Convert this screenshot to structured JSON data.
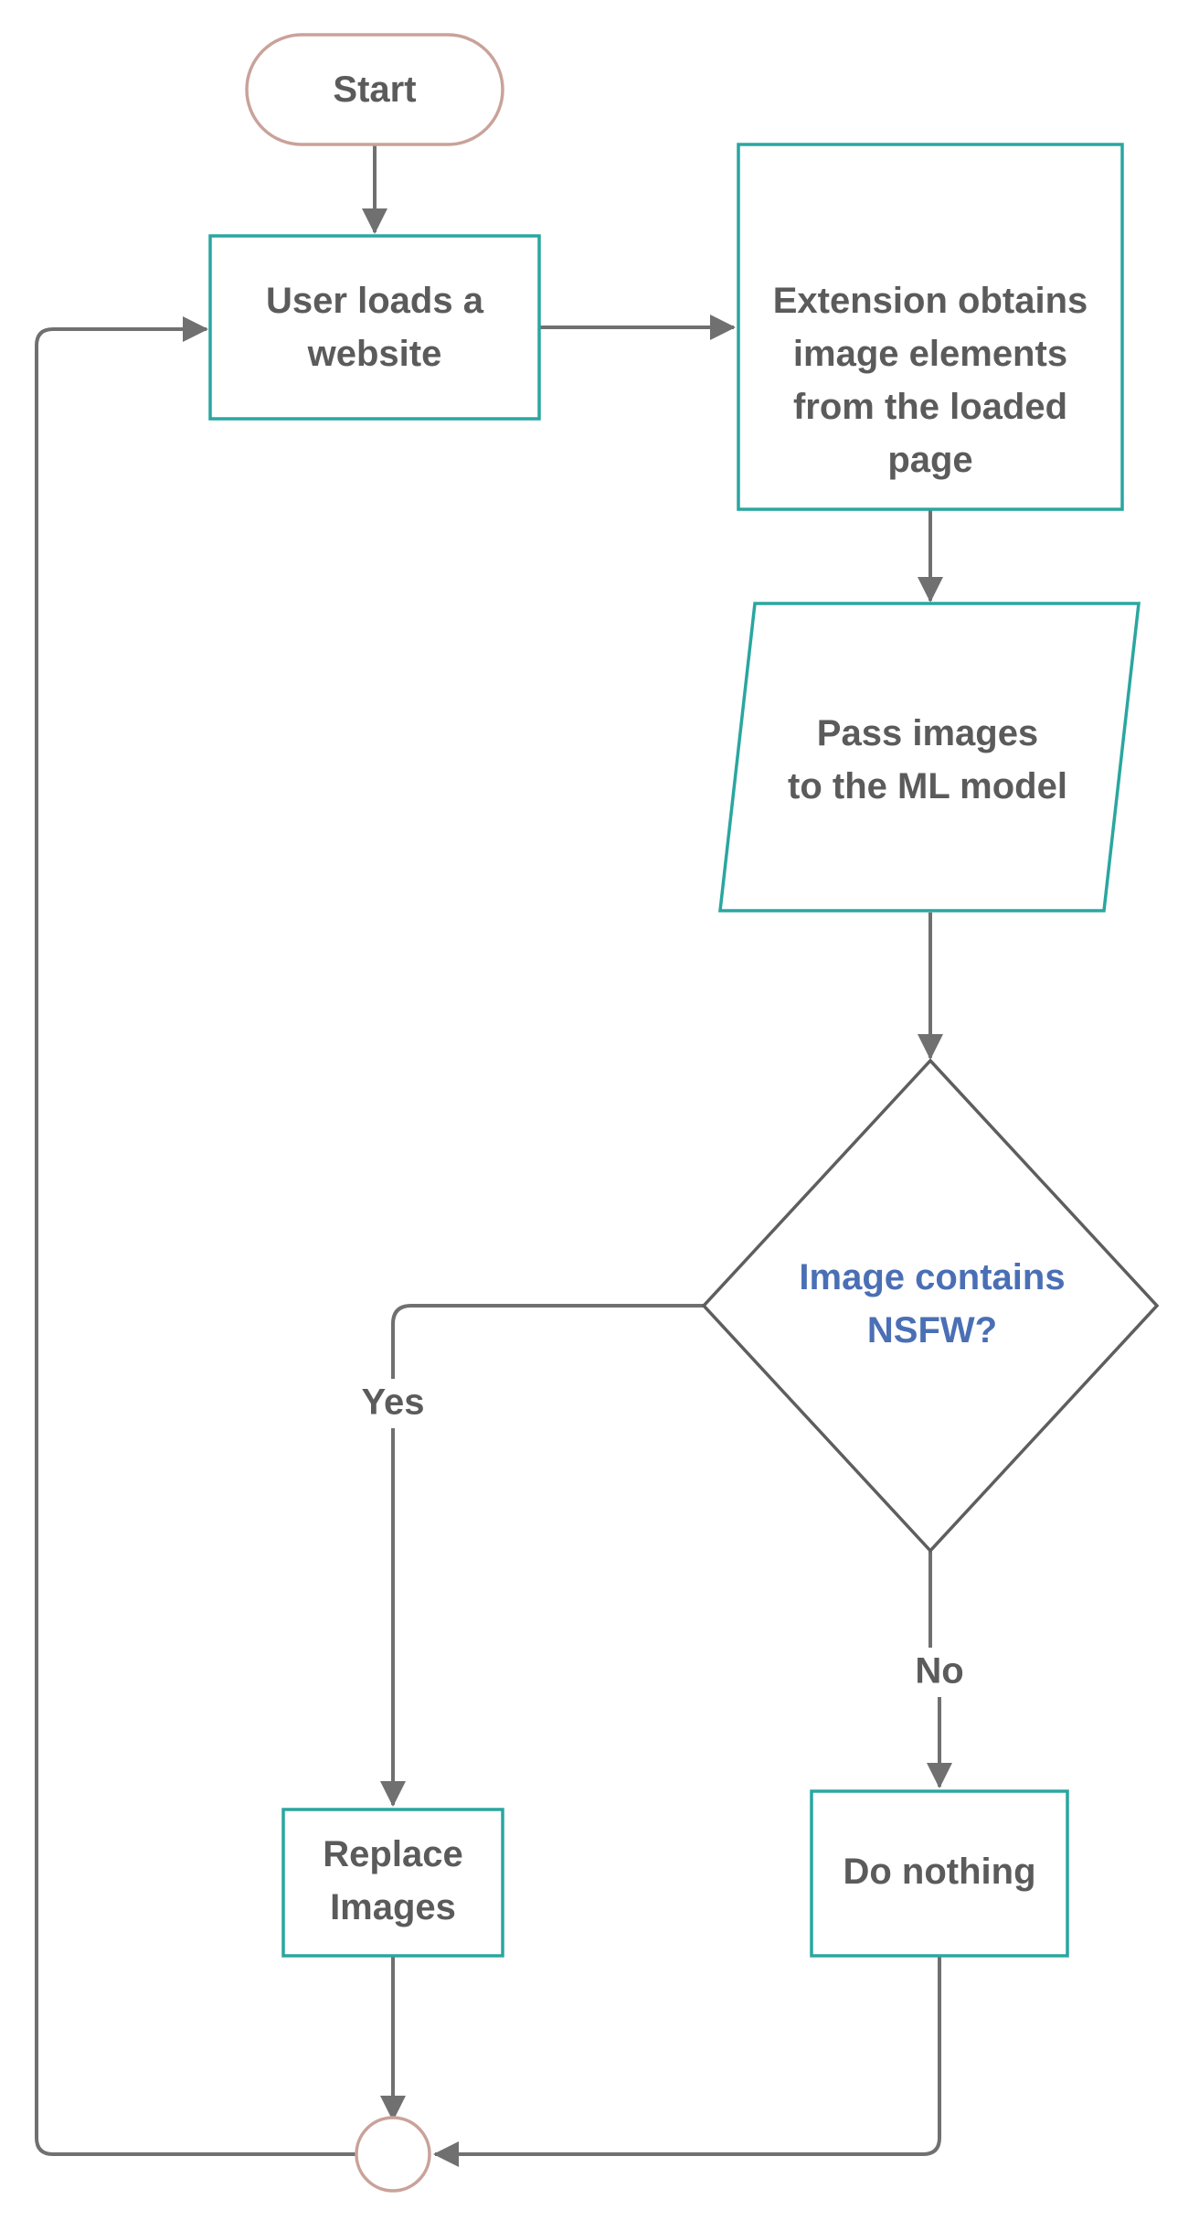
{
  "diagram": {
    "nodes": {
      "start": {
        "lines": [
          "Start"
        ]
      },
      "load": {
        "lines": [
          "User loads a",
          "website"
        ]
      },
      "extract": {
        "lines": [
          "Extension obtains",
          "image elements",
          "from the loaded",
          "page"
        ]
      },
      "pass": {
        "lines": [
          "Pass images",
          "to the ML model"
        ]
      },
      "decision": {
        "lines": [
          "Image contains",
          "NSFW?"
        ]
      },
      "replace": {
        "lines": [
          "Replace",
          "Images"
        ]
      },
      "nothing": {
        "lines": [
          "Do nothing"
        ]
      },
      "merge": {
        "lines": []
      }
    },
    "edges": {
      "yes": "Yes",
      "no": "No"
    },
    "colors": {
      "process_border": "#2aa6a0",
      "terminal_border": "#c9a29a",
      "decision_border": "#5e5e5e",
      "connector": "#707070",
      "text": "#5b5b5b",
      "decision_text": "#4a6fb5"
    }
  }
}
